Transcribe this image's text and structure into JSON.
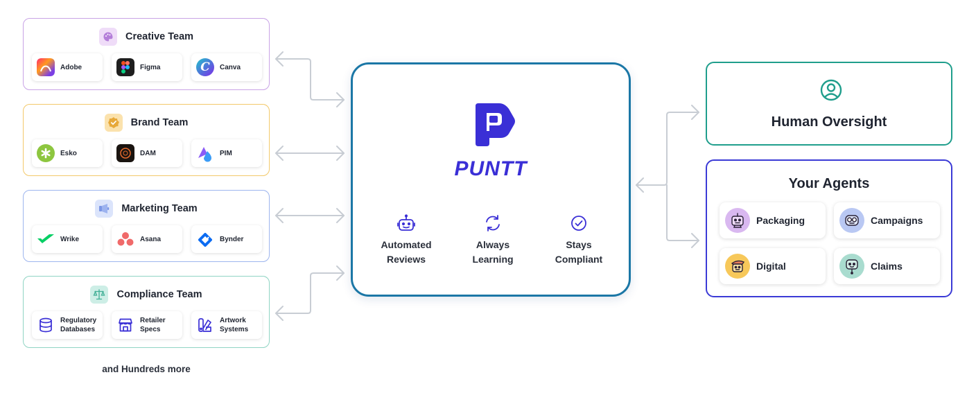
{
  "teams": [
    {
      "title": "Creative Team",
      "border_color": "#c9a3e6",
      "badge_color": "#efdcf8",
      "icon": "palette-icon",
      "tools": [
        {
          "name": "Adobe",
          "logo": "adobe-logo"
        },
        {
          "name": "Figma",
          "logo": "figma-logo"
        },
        {
          "name": "Canva",
          "logo": "canva-logo"
        }
      ]
    },
    {
      "title": "Brand Team",
      "border_color": "#f3c96a",
      "badge_color": "#fbe2ad",
      "icon": "badge-check-icon",
      "tools": [
        {
          "name": "Esko",
          "logo": "esko-logo"
        },
        {
          "name": "DAM",
          "logo": "dam-logo"
        },
        {
          "name": "PIM",
          "logo": "pim-logo"
        }
      ]
    },
    {
      "title": "Marketing Team",
      "border_color": "#9db5ee",
      "badge_color": "#dbe4fb",
      "icon": "megaphone-icon",
      "tools": [
        {
          "name": "Wrike",
          "logo": "wrike-logo"
        },
        {
          "name": "Asana",
          "logo": "asana-logo"
        },
        {
          "name": "Bynder",
          "logo": "bynder-logo"
        }
      ]
    },
    {
      "title": "Compliance Team",
      "border_color": "#8fd4c3",
      "badge_color": "#cdeee6",
      "icon": "scale-icon",
      "tools": [
        {
          "name": "Regulatory\nDatabases",
          "logo": "database-icon"
        },
        {
          "name": "Retailer\nSpecs",
          "logo": "storefront-icon"
        },
        {
          "name": "Artwork\nSystems",
          "logo": "swatch-icon"
        }
      ]
    }
  ],
  "footer_text": "and Hundreds more",
  "hub": {
    "name": "PUNTT",
    "features": [
      {
        "label": "Automated\nReviews",
        "icon": "robot-icon"
      },
      {
        "label": "Always\nLearning",
        "icon": "refresh-icon"
      },
      {
        "label": "Stays\nCompliant",
        "icon": "check-circle-icon"
      }
    ]
  },
  "oversight": {
    "title": "Human Oversight",
    "icon": "user-circle-icon"
  },
  "agents": {
    "title": "Your Agents",
    "items": [
      {
        "name": "Packaging",
        "avatar_color": "#d9b8f0"
      },
      {
        "name": "Campaigns",
        "avatar_color": "#b9c8f3"
      },
      {
        "name": "Digital",
        "avatar_color": "#f7c85a"
      },
      {
        "name": "Claims",
        "avatar_color": "#a9dccf"
      }
    ]
  },
  "colors": {
    "hub_border": "#1b77a6",
    "brand": "#3a2fd6",
    "oversight_border": "#1f9e8c",
    "agents_border": "#3b3ad6",
    "connector": "#c8cdd4"
  }
}
